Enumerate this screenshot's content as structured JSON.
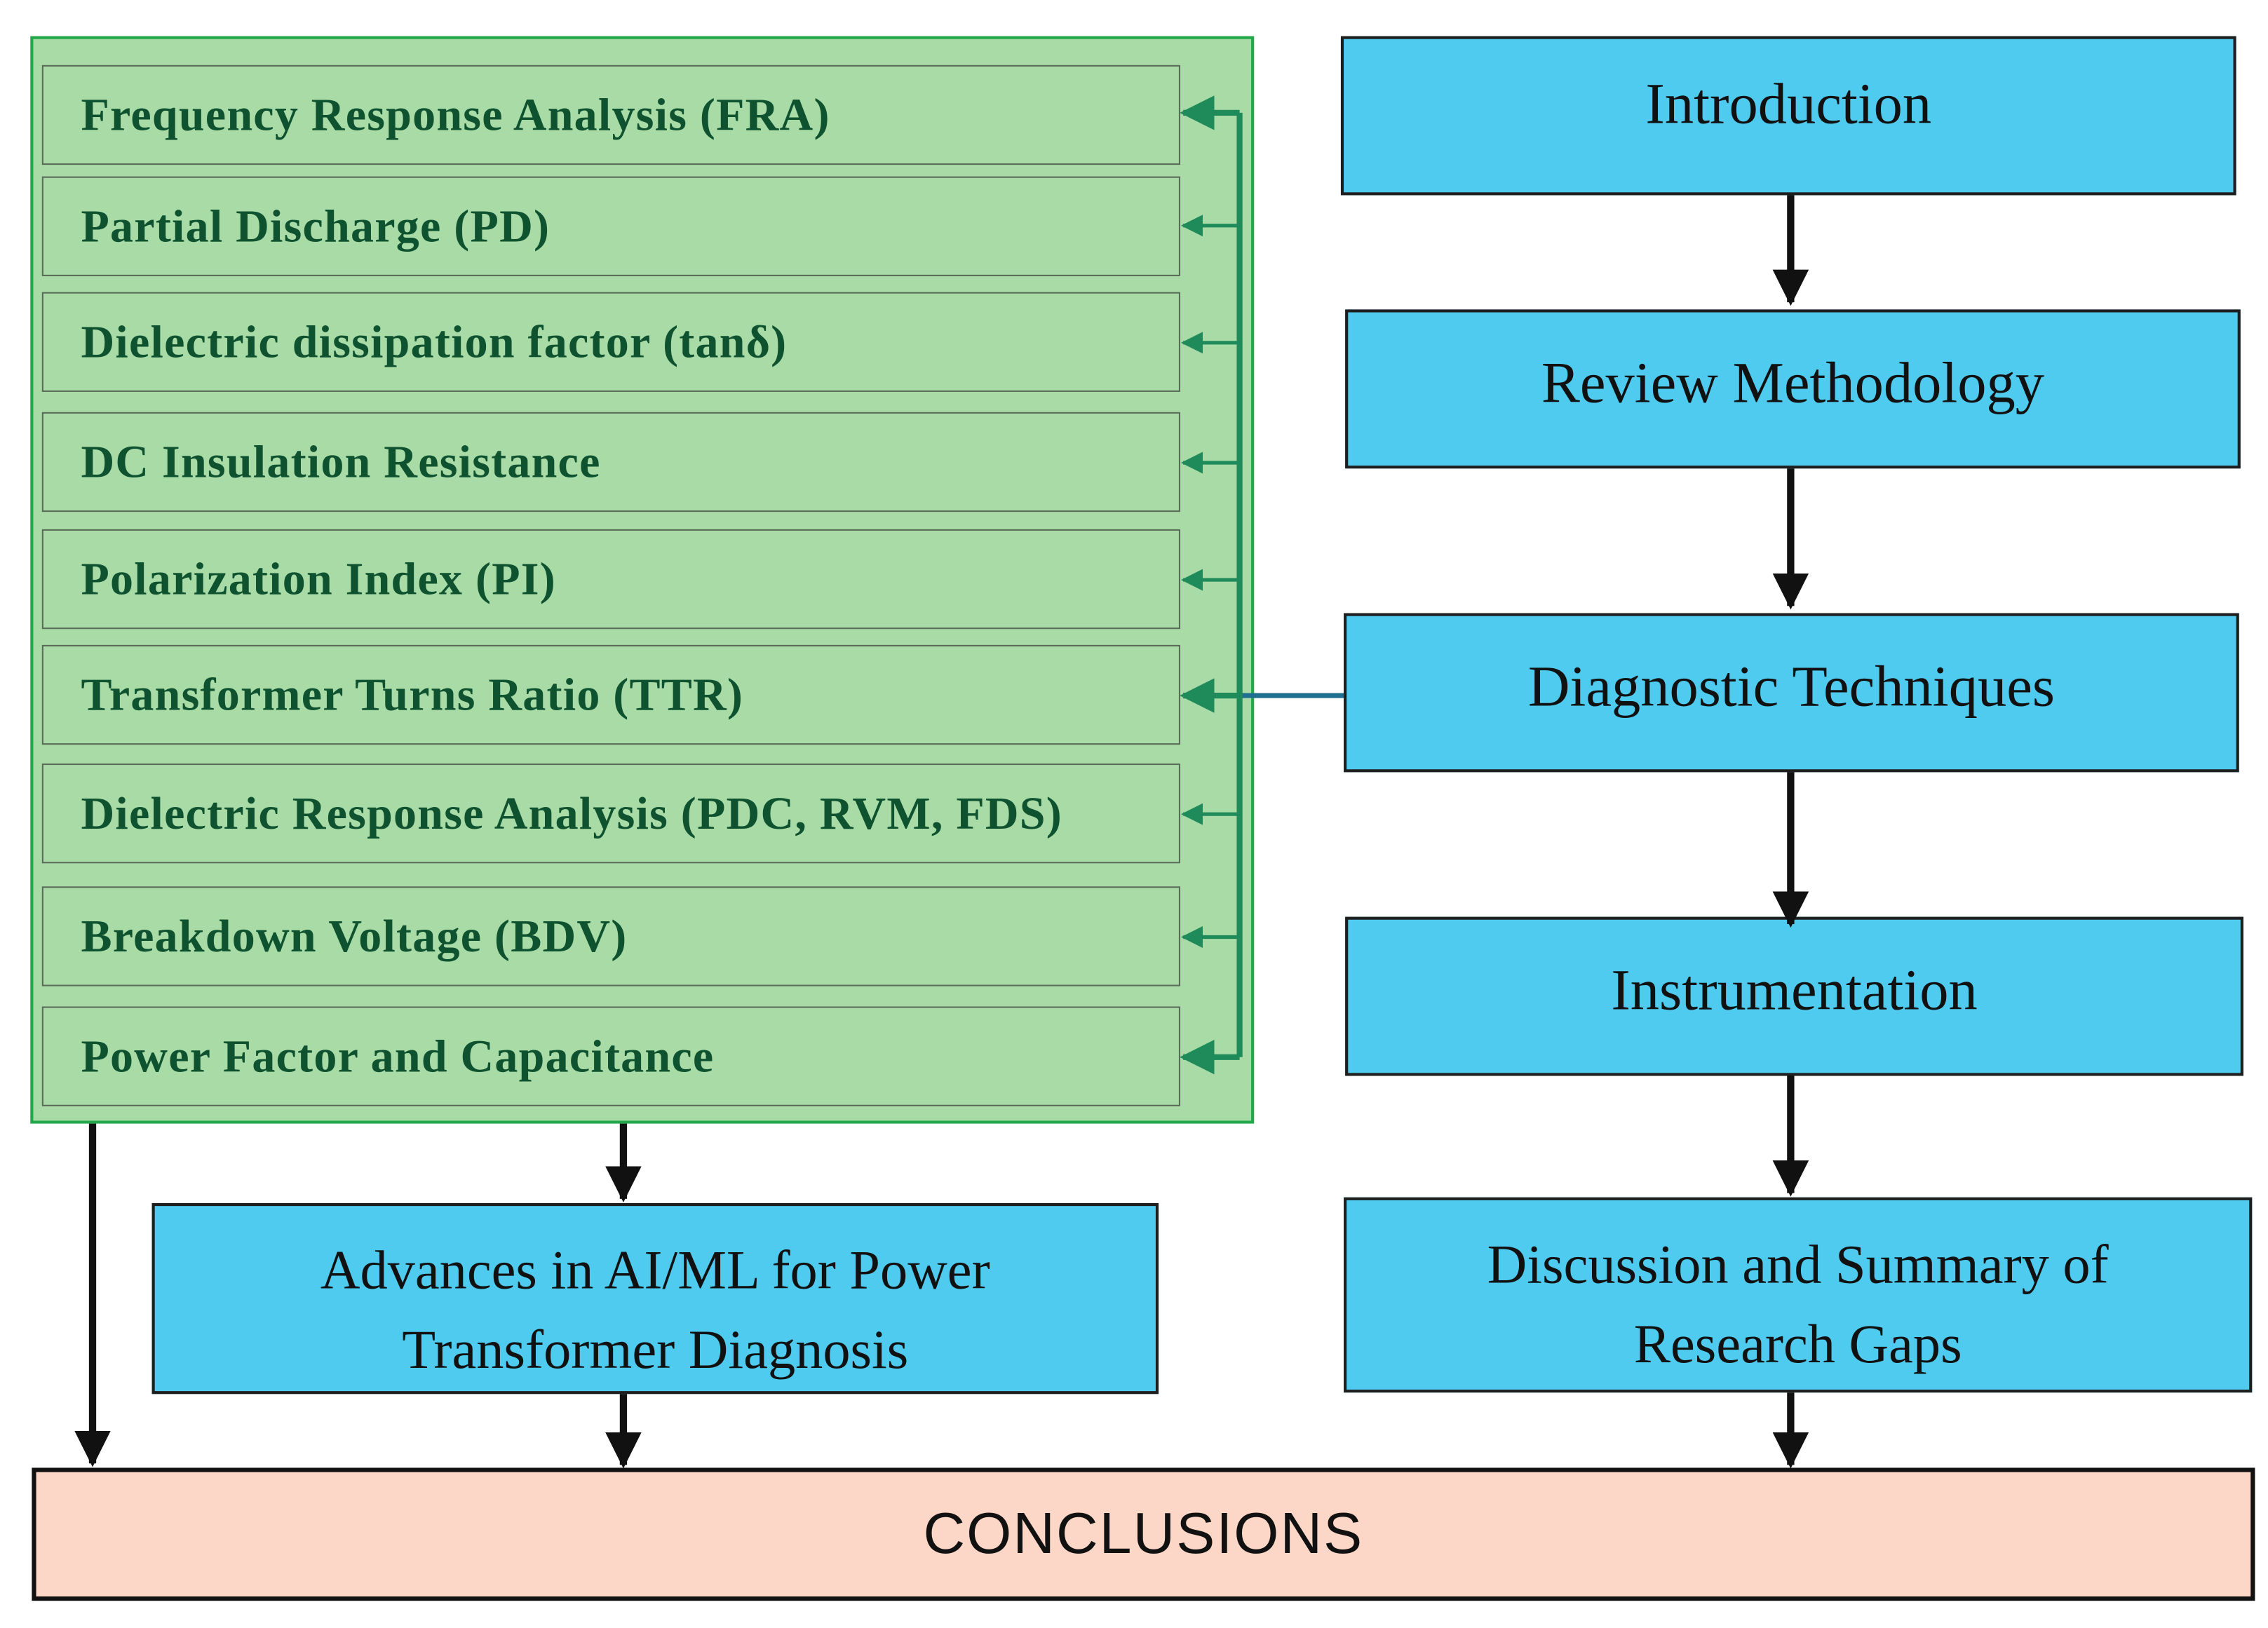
{
  "techniques": [
    "Frequency Response Analysis (FRA)",
    "Partial Discharge (PD)",
    "Dielectric dissipation factor (tanδ)",
    "DC Insulation Resistance",
    "Polarization Index (PI)",
    "Transformer Turns Ratio (TTR)",
    "Dielectric Response Analysis (PDC, RVM, FDS)",
    "Breakdown Voltage (BDV)",
    "Power Factor and Capacitance"
  ],
  "flow": {
    "introduction": "Introduction",
    "review_methodology": "Review Methodology",
    "diagnostic_techniques": "Diagnostic Techniques",
    "instrumentation": "Instrumentation",
    "discussion": "Discussion and Summary of Research Gaps",
    "advances_ai_ml": "Advances in AI/ML for Power Transformer Diagnosis",
    "conclusions": "CONCLUSIONS"
  },
  "colors": {
    "flow_box": "#4ecbef",
    "technique_panel": "#a8dba5",
    "technique_text": "#0f5230",
    "bracket_arrows": "#1f8a5a",
    "connector": "#1f6f8f",
    "conclusions_box": "#fcd6c6"
  }
}
